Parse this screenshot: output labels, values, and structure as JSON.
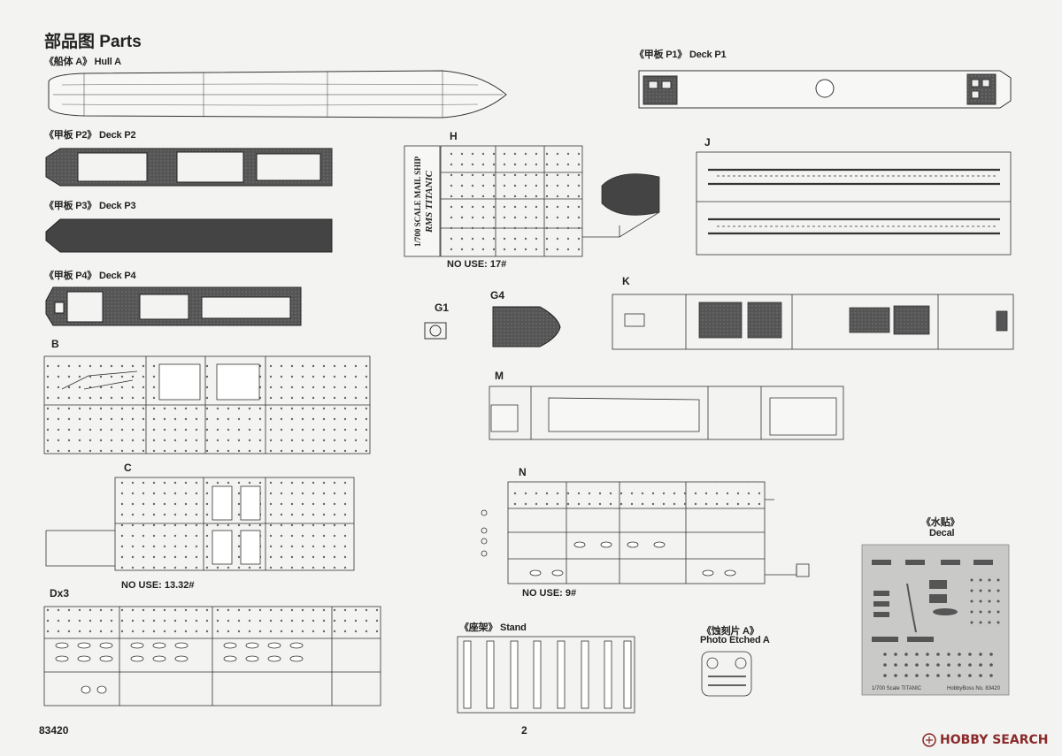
{
  "header": {
    "title": "部品图 Parts"
  },
  "labels": {
    "hull_a": "《船体 A》 Hull A",
    "deck_p1": "《甲板 P1》 Deck P1",
    "deck_p2": "《甲板 P2》 Deck P2",
    "deck_p3": "《甲板 P3》 Deck P3",
    "deck_p4": "《甲板 P4》 Deck P4",
    "sprue_b": "B",
    "sprue_c": "C",
    "sprue_dx3": "Dx3",
    "sprue_g1": "G1",
    "sprue_g4": "G4",
    "sprue_h": "H",
    "sprue_j": "J",
    "sprue_k": "K",
    "sprue_m": "M",
    "sprue_n": "N",
    "stand": "《座架》 Stand",
    "pe_title": "《蚀刻片 A》",
    "pe_sub": "Photo Etched A",
    "decal_title": "《水贴》",
    "decal_sub": "Decal"
  },
  "notes": {
    "h_nouse": "NO USE: 17#",
    "c_nouse": "NO USE: 13.32#",
    "n_nouse": "NO USE: 9#"
  },
  "sprue_h_plate": {
    "line1": "1/700 SCALE MAIL SHIP",
    "line2": "RMS TITANIC"
  },
  "decal_footer": {
    "left": "1/700 Scale TITANIC",
    "right": "HobbyBoss No. 83420"
  },
  "footer": {
    "product_code": "83420",
    "page_number": "2"
  },
  "watermark": {
    "text": "HOBBY SEARCH"
  }
}
